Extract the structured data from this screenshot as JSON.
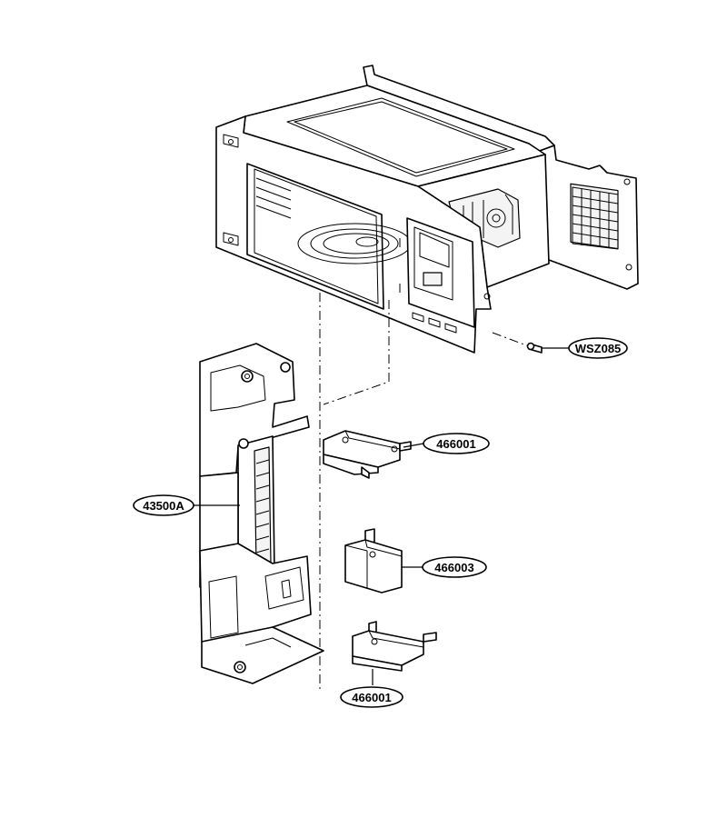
{
  "callouts": {
    "wsz085": "WSZ085",
    "part_466001_upper": "466001",
    "part_43500a": "43500A",
    "part_466003": "466003",
    "part_466001_lower": "466001"
  }
}
